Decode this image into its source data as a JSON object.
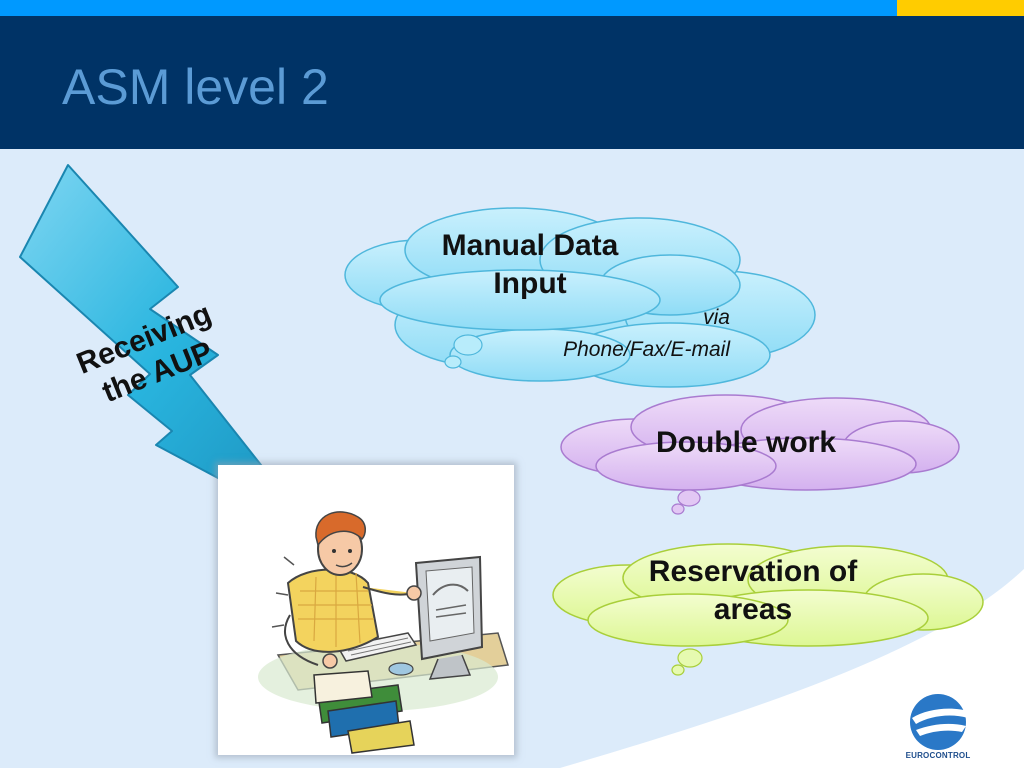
{
  "slide": {
    "title": "ASM level 2",
    "lightning_text": [
      "Receiving",
      "the AUP"
    ],
    "clouds": {
      "manual": {
        "title_lines": [
          "Manual Data",
          "Input"
        ],
        "sub_lines": [
          "via",
          "Phone/Fax/E-mail"
        ]
      },
      "double": {
        "text": "Double work"
      },
      "reservation": {
        "lines": [
          "Reservation of",
          "areas"
        ]
      }
    },
    "logo": {
      "label": "EUROCONTROL",
      "icon": "eurocontrol-logo-icon"
    },
    "illustration": {
      "icon": "person-at-computer-icon"
    }
  },
  "colors": {
    "top_strip": "#0099ff",
    "top_accent": "#ffcc00",
    "header": "#003366",
    "title": "#5b9bd5",
    "content_bg": "#dcebfa",
    "cloud_blue": "#aee6fb",
    "cloud_purple": "#e3c8f5",
    "cloud_green": "#e8fbb0",
    "bolt": "#29b5df"
  }
}
